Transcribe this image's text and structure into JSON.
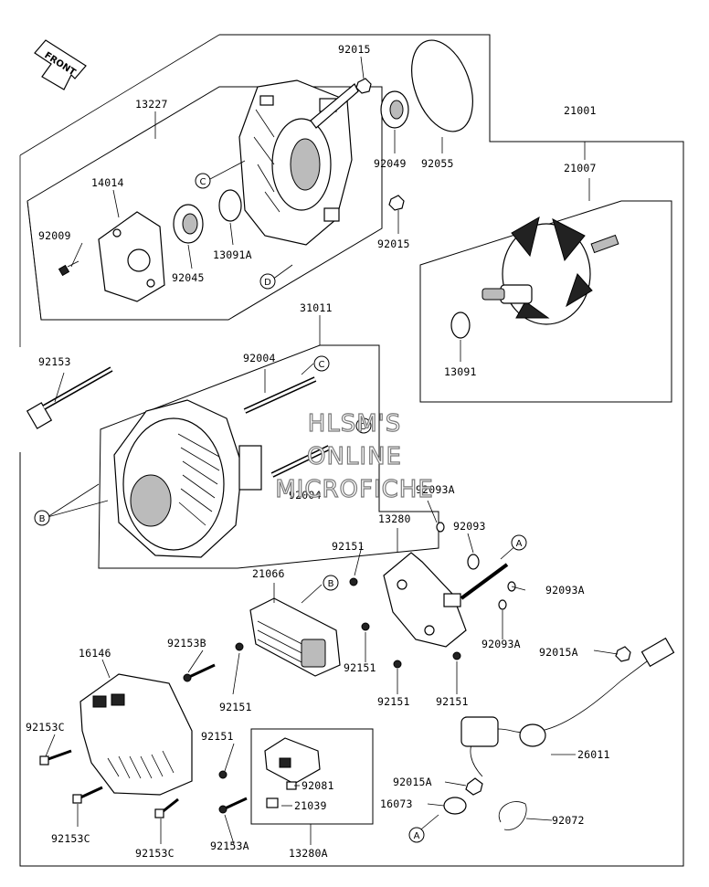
{
  "labels": {
    "92015_top": "92015",
    "13227": "13227",
    "21001": "21001",
    "14014": "14014",
    "92009": "92009",
    "92045": "92045",
    "13091A": "13091A",
    "92049": "92049",
    "92055": "92055",
    "92015_mid": "92015",
    "21007": "21007",
    "31011": "31011",
    "92153": "92153",
    "92004_top": "92004",
    "13091": "13091",
    "92004_bot": "92004",
    "92093A_1": "92093A",
    "13280": "13280",
    "92093": "92093",
    "92151_a": "92151",
    "21066": "21066",
    "92093A_2": "92093A",
    "92153B": "92153B",
    "92151_b": "92151",
    "92093A_3": "92093A",
    "16146": "16146",
    "92015A_1": "92015A",
    "92151_c": "92151",
    "92151_d": "92151",
    "92151_e": "92151",
    "92153C_1": "92153C",
    "92151_f": "92151",
    "26011": "26011",
    "92081": "92081",
    "92015A_2": "92015A",
    "21039": "21039",
    "16073": "16073",
    "92153C_2": "92153C",
    "92153C_3": "92153C",
    "92153A": "92153A",
    "13280A": "13280A",
    "92072": "92072"
  },
  "callouts": {
    "a1": "A",
    "a2": "A",
    "b1": "B",
    "b2": "B",
    "c1": "C",
    "c2": "C",
    "d1": "D",
    "d2": "D"
  },
  "badge": {
    "front": "FRONT"
  },
  "watermark": {
    "line1": "HLSM'S",
    "line2": "ONLINE",
    "line3": "MICROFICHE"
  }
}
